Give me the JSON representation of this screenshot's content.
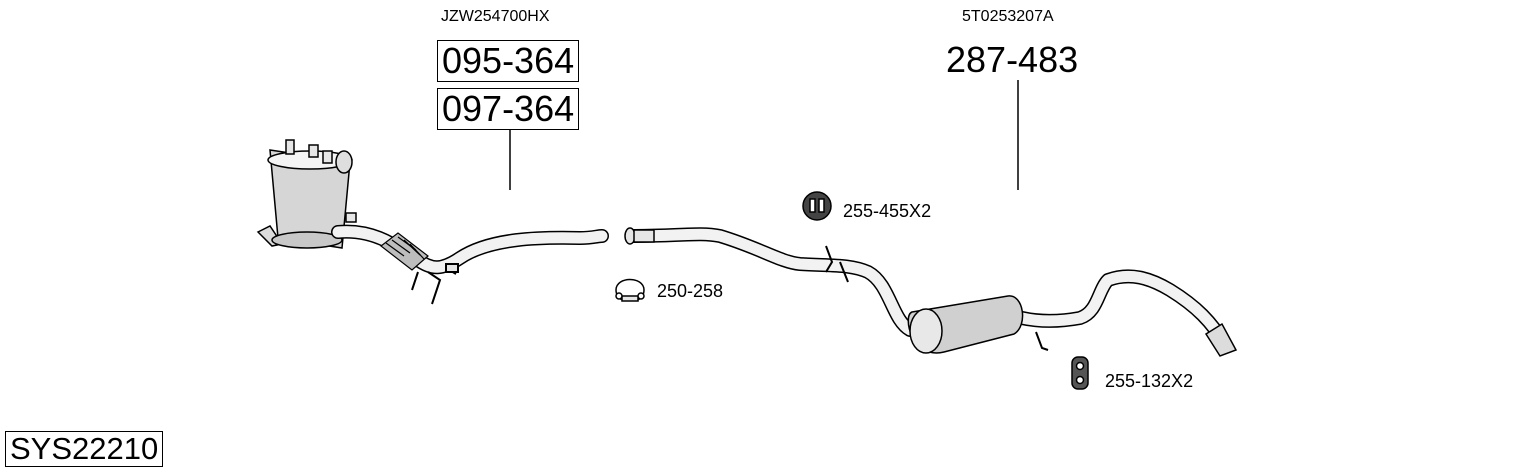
{
  "front_section": {
    "oe_reference": "JZW254700HX",
    "part_numbers": [
      "095-364",
      "097-364"
    ]
  },
  "rear_section": {
    "oe_reference": "5T0253207A",
    "part_number": "287-483"
  },
  "accessories": [
    {
      "id": "clamp",
      "label": "250-258",
      "icon": "clamp-icon"
    },
    {
      "id": "hanger-upper",
      "label": "255-455X2",
      "icon": "rubber-hanger-icon"
    },
    {
      "id": "hanger-lower",
      "label": "255-132X2",
      "icon": "rubber-mount-icon"
    }
  ],
  "system_code": "SYS22210"
}
